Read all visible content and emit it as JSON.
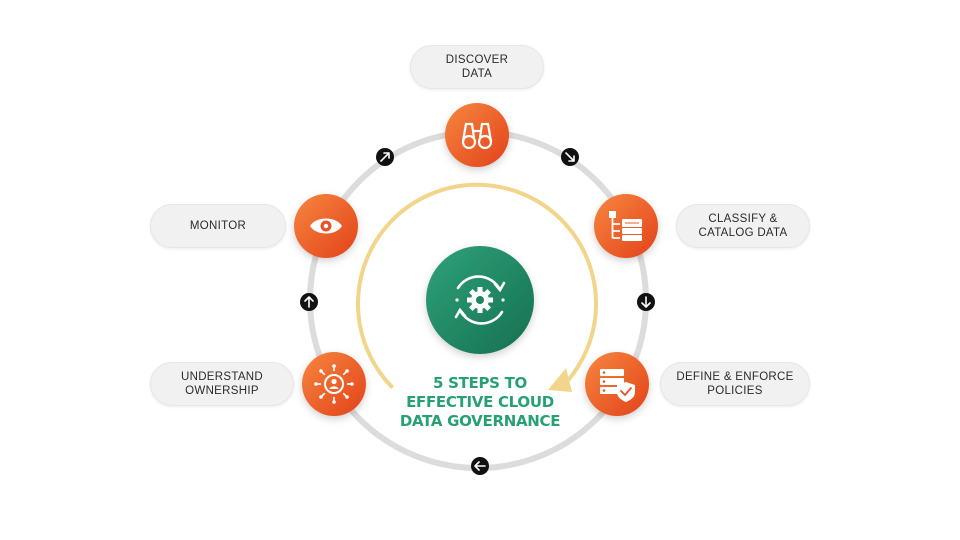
{
  "title_lines": [
    "5 STEPS TO",
    "EFFECTIVE CLOUD",
    "DATA GOVERNANCE"
  ],
  "steps": [
    {
      "label_lines": [
        "DISCOVER",
        "DATA"
      ],
      "icon": "binoculars-icon"
    },
    {
      "label_lines": [
        "CLASSIFY &",
        "CATALOG DATA"
      ],
      "icon": "hierarchy-list-icon"
    },
    {
      "label_lines": [
        "DEFINE & ENFORCE",
        "POLICIES"
      ],
      "icon": "server-shield-icon"
    },
    {
      "label_lines": [
        "UNDERSTAND",
        "OWNERSHIP"
      ],
      "icon": "user-network-icon"
    },
    {
      "label_lines": [
        "MONITOR"
      ],
      "icon": "eye-icon"
    }
  ],
  "center_icon": "gear-sync-icon",
  "colors": {
    "accent_orange_light": "#f47a3a",
    "accent_orange_dark": "#e4461c",
    "center_green_light": "#2a9a73",
    "center_green_dark": "#17704f",
    "title_green": "#27a074",
    "ring_gray": "#dcdcdc",
    "inner_arc_yellow": "#f2d58a",
    "connector_black": "#111111",
    "pill_bg": "#f1f1f1"
  }
}
